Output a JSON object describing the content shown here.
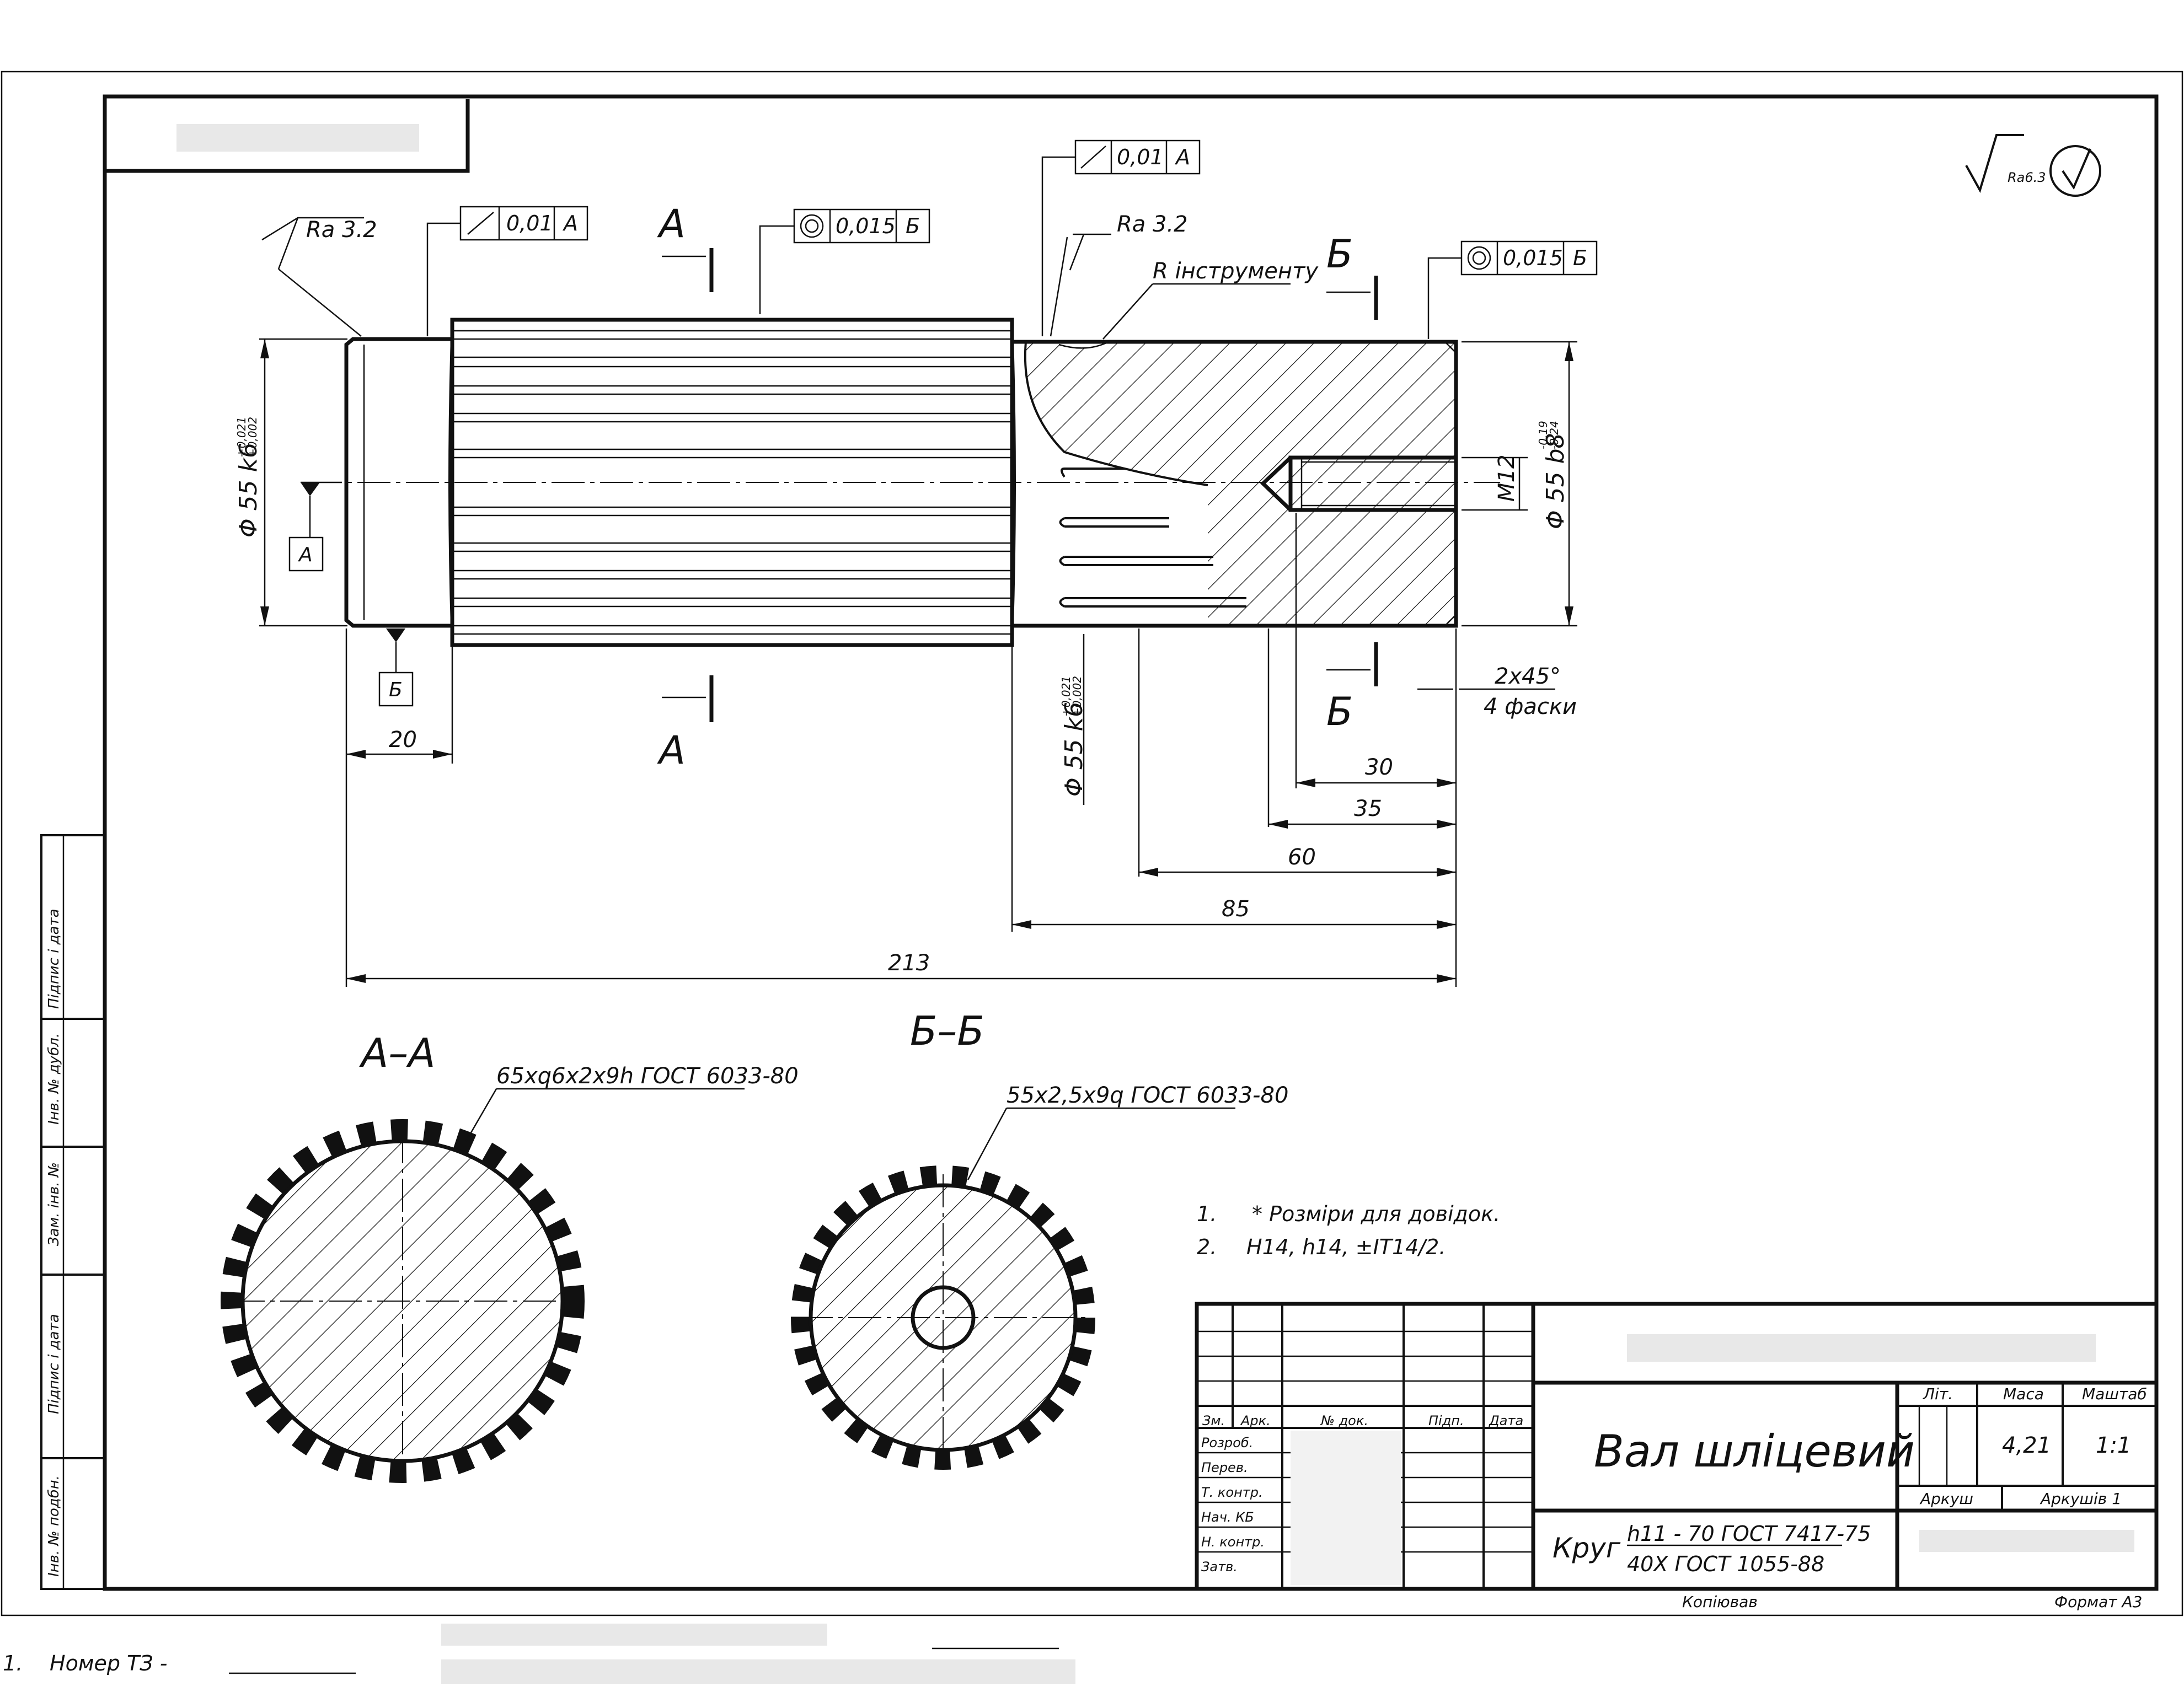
{
  "drawing": {
    "stamp_roughness": "Ra6.3",
    "sections": {
      "a": "А",
      "b": "Б",
      "aa": "А–А",
      "bb": "Б–Б"
    },
    "roughness": {
      "left": "Ra 3.2",
      "mid": "Ra 3.2"
    },
    "tool_radius": "R інструменту",
    "tolerances": {
      "runout_left": {
        "value": "0,01",
        "datum": "А"
      },
      "concentric_mid": {
        "value": "0,015",
        "datum": "Б"
      },
      "runout_top": {
        "value": "0,01",
        "datum": "А"
      },
      "concentric_right": {
        "value": "0,015",
        "datum": "Б"
      }
    },
    "datums": {
      "a": "А",
      "b": "Б"
    },
    "diameters": {
      "left": "Φ 55 k6",
      "left_tol_up": "+0,021",
      "left_tol_dn": "+0,002",
      "mid": "Φ 55 k6",
      "mid_tol_up": "+0,021",
      "mid_tol_dn": "+0,002",
      "right": "Φ 55 b8",
      "right_tol_up": "-0,19",
      "right_tol_dn": "-0,24",
      "thread": "M12"
    },
    "chamfer": {
      "size": "2x45°",
      "note": "4 фаски"
    },
    "dims": {
      "d20": "20",
      "d30": "30",
      "d35": "35",
      "d60": "60",
      "d85": "85",
      "d213": "213"
    },
    "spline_aa": "65xq6x2x9h ГОСТ 6033-80",
    "spline_bb": "55x2,5x9q ГОСТ 6033-80",
    "notes": [
      {
        "num": "1.",
        "text": "* Розміри для довідок."
      },
      {
        "num": "2.",
        "text": "H14, h14, ±IT14/2."
      }
    ]
  },
  "side_stamp": [
    "Підпис і дата",
    "Інв. № дубл.",
    "Зам. інв. №",
    "Підпис і дата",
    "Інв. № подбн."
  ],
  "title_block": {
    "headers": {
      "zm": "Зм.",
      "ark": "Арк.",
      "doc": "№ док.",
      "sign": "Підп.",
      "date": "Дата"
    },
    "roles": [
      "Розроб.",
      "Перев.",
      "Т. контр.",
      "Нач. КБ",
      "Н. контр.",
      "Затв."
    ],
    "name": "Вал шліцевий",
    "material_word": "Круг",
    "material_line1": "h11 - 70 ГОСТ 7417-75",
    "material_line2": "40Х ГОСТ 1055-88",
    "lit_label": "Літ.",
    "mass_label": "Маса",
    "scale_label": "Маштаб",
    "mass": "4,21",
    "scale": "1:1",
    "sheet_label": "Аркуш",
    "sheets_label": "Аркушів 1",
    "copied": "Копіював",
    "format": "Формат А3"
  },
  "footer": {
    "num": "1.",
    "label": "Номер ТЗ -"
  }
}
